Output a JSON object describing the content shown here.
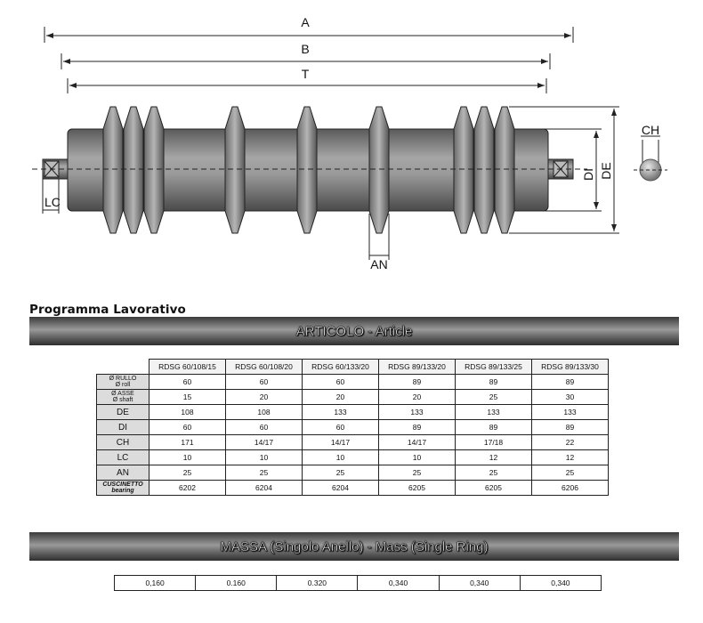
{
  "drawing": {
    "dimensions": {
      "A": "A",
      "B": "B",
      "T": "T",
      "LC": "LC",
      "AN": "AN",
      "DI": "DI",
      "DE": "DE",
      "CH": "CH"
    }
  },
  "section_title": "Programma Lavorativo",
  "article_banner": "ARTICOLO - Article",
  "mass_banner": "MASSA (Singolo Anello) - Mass  (Single Ring)",
  "table": {
    "columns": [
      "RDSG 60/108/15",
      "RDSG 60/108/20",
      "RDSG 60/133/20",
      "RDSG 89/133/20",
      "RDSG 89/133/25",
      "RDSG 89/133/30"
    ],
    "rows": [
      {
        "label": "Ø RULLO",
        "sublabel": "Ø roll",
        "values": [
          "60",
          "60",
          "60",
          "89",
          "89",
          "89"
        ]
      },
      {
        "label": "Ø ASSE",
        "sublabel": "Ø shaft",
        "values": [
          "15",
          "20",
          "20",
          "20",
          "25",
          "30"
        ]
      },
      {
        "label": "DE",
        "sublabel": "",
        "values": [
          "108",
          "108",
          "133",
          "133",
          "133",
          "133"
        ]
      },
      {
        "label": "DI",
        "sublabel": "",
        "values": [
          "60",
          "60",
          "60",
          "89",
          "89",
          "89"
        ]
      },
      {
        "label": "CH",
        "sublabel": "",
        "values": [
          "171",
          "14/17",
          "14/17",
          "14/17",
          "17/18",
          "22"
        ]
      },
      {
        "label": "LC",
        "sublabel": "",
        "values": [
          "10",
          "10",
          "10",
          "10",
          "12",
          "12"
        ]
      },
      {
        "label": "AN",
        "sublabel": "",
        "values": [
          "25",
          "25",
          "25",
          "25",
          "25",
          "25"
        ]
      },
      {
        "label": "CUSCINETTO",
        "sublabel": "bearing",
        "values": [
          "6202",
          "6204",
          "6204",
          "6205",
          "6205",
          "6206"
        ]
      }
    ]
  },
  "mass_values": [
    "0,160",
    "0.160",
    "0.320",
    "0,340",
    "0,340",
    "0,340"
  ]
}
